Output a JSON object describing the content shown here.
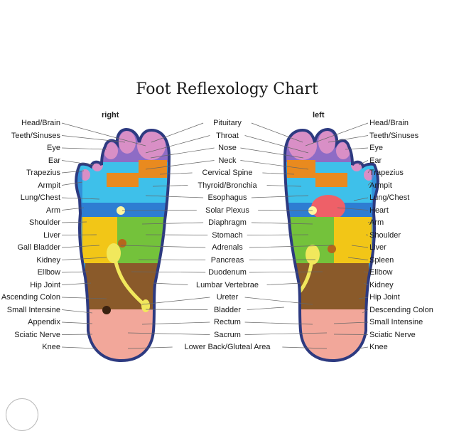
{
  "title": "Foot Reflexology Chart",
  "side_labels": {
    "right": "right",
    "left": "left"
  },
  "left_labels": [
    "Head/Brain",
    "Teeth/Sinuses",
    "Eye",
    "Ear",
    "Trapezius",
    "Armpit",
    "Lung/Chest",
    "Arm",
    "Shoulder",
    "Liver",
    "Gall Bladder",
    "Kidney",
    "Ellbow",
    "Hip Joint",
    "Ascending Colon",
    "Small Intensine",
    "Appendix",
    "Sciatic Nerve",
    "Knee"
  ],
  "center_labels": [
    "Pituitary",
    "Throat",
    "Nose",
    "Neck",
    "Cervical Spine",
    "Thyroid/Bronchia",
    "Esophagus",
    "Solar Plexus",
    "Diaphragm",
    "Stomach",
    "Adrenals",
    "Pancreas",
    "Duodenum",
    "Lumbar Vertebrae",
    "Ureter",
    "Bladder",
    "Rectum",
    "Sacrum",
    "Lower Back/Gluteal Area"
  ],
  "right_labels": [
    "Head/Brain",
    "Teeth/Sinuses",
    "Eye",
    "Ear",
    "Trapezius",
    "Armpit",
    "Lung/Chest",
    "Heart",
    "Arm",
    "Shoulder",
    "Liver",
    "Spleen",
    "Ellbow",
    "Kidney",
    "Hip Joint",
    "Descending Colon",
    "Small Intensine",
    "Sciatic Nerve",
    "Knee"
  ],
  "colors": {
    "outline": "#2d3a80",
    "toe_head": "#d98fc6",
    "neck": "#e98a1f",
    "eye_ear": "#8e6cc5",
    "lung": "#3ec0ea",
    "shoulder_band": "#2e7dd2",
    "liver_yellow": "#f2c617",
    "green": "#74c23b",
    "brown": "#8a5a2a",
    "heel": "#f2a79a",
    "heart": "#ee6068",
    "ureter": "#f1e85c"
  }
}
